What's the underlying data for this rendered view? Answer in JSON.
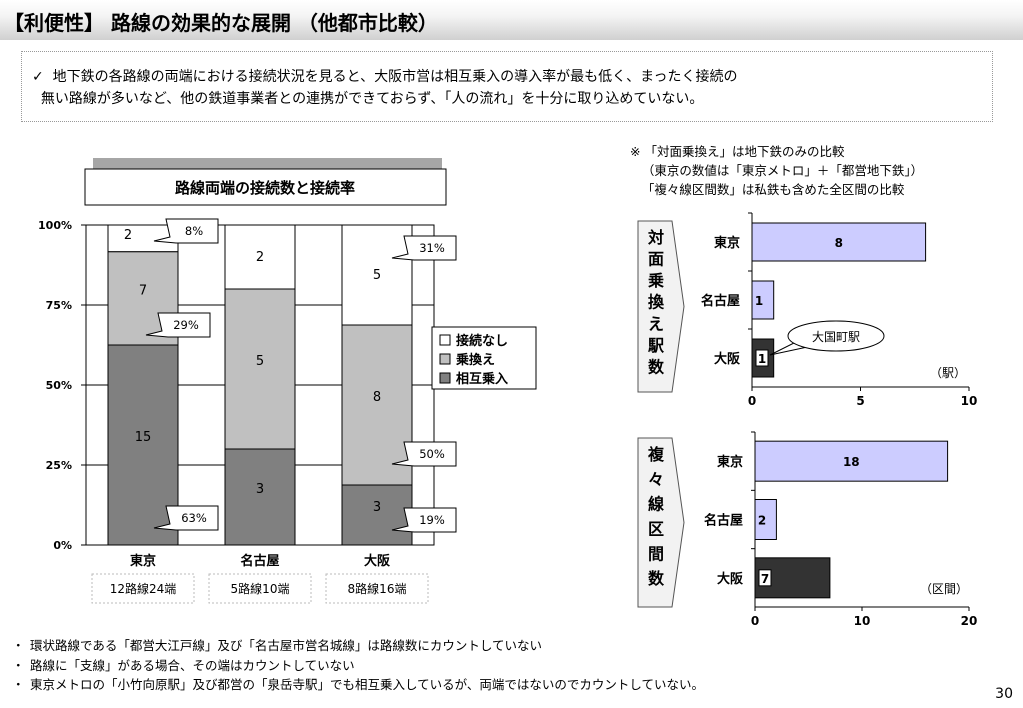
{
  "header": {
    "title": "【利便性】 路線の効果的な展開 （他都市比較）"
  },
  "summary": {
    "check": "✓",
    "line1": "地下鉄の各路線の両端における接続状況を見ると、大阪市営は相互乗入の導入率が最も低く、まったく接続の",
    "line2": "無い路線が多いなど、他の鉄道事業者との連携ができておらず、「人の流れ」を十分に取り込めていない。"
  },
  "note": {
    "line1": "※ 「対面乗換え」は地下鉄のみの比較",
    "line2": "（東京の数値は「東京メトロ」＋「都営地下鉄」）",
    "line3": "「複々線区間数」は私鉄も含めた全区間の比較"
  },
  "colors": {
    "none": "#ffffff",
    "transfer": "#c0c0c0",
    "through": "#808080",
    "barLight": "#ccccff",
    "barDark": "#333333"
  },
  "chart_data": [
    {
      "type": "bar",
      "stacked": true,
      "title": "路線両端の接続数と接続率",
      "categories": [
        "東京",
        "名古屋",
        "大阪"
      ],
      "category_notes": [
        "12路線24端",
        "5路線10端",
        "8路線16端"
      ],
      "series": [
        {
          "name": "相互乗入",
          "values": [
            15,
            3,
            3
          ]
        },
        {
          "name": "乗換え",
          "values": [
            7,
            5,
            8
          ]
        },
        {
          "name": "接続なし",
          "values": [
            2,
            2,
            5
          ]
        }
      ],
      "callouts": [
        {
          "category": "東京",
          "series": "接続なし",
          "label": "8%"
        },
        {
          "category": "東京",
          "series": "乗換え",
          "label": "29%"
        },
        {
          "category": "東京",
          "series": "相互乗入",
          "label": "63%"
        },
        {
          "category": "大阪",
          "series": "接続なし",
          "label": "31%"
        },
        {
          "category": "大阪",
          "series": "乗換え",
          "label": "50%"
        },
        {
          "category": "大阪",
          "series": "相互乗入",
          "label": "19%"
        }
      ],
      "yticks": [
        "0%",
        "25%",
        "50%",
        "75%",
        "100%"
      ],
      "ylim": [
        0,
        100
      ],
      "legend": "right"
    },
    {
      "type": "bar",
      "orientation": "horizontal",
      "ylabel": "対面乗換え駅数",
      "categories": [
        "東京",
        "名古屋",
        "大阪"
      ],
      "values": [
        8,
        1,
        1
      ],
      "unit": "（駅）",
      "xlim": [
        0,
        10
      ],
      "xticks": [
        "0",
        "5",
        "10"
      ],
      "annotation": "大国町駅"
    },
    {
      "type": "bar",
      "orientation": "horizontal",
      "ylabel": "複々線区間数",
      "categories": [
        "東京",
        "名古屋",
        "大阪"
      ],
      "values": [
        18,
        2,
        7
      ],
      "unit": "（区間）",
      "xlim": [
        0,
        20
      ],
      "xticks": [
        "0",
        "10",
        "20"
      ]
    }
  ],
  "footnotes": [
    {
      "bullet": "・",
      "text": "環状路線である「都営大江戸線」及び「名古屋市営名城線」は路線数にカウントしていない"
    },
    {
      "bullet": "・",
      "text": "路線に「支線」がある場合、その端はカウントしていない"
    },
    {
      "bullet": "・",
      "text": "東京メトロの「小竹向原駅」及び都営の「泉岳寺駅」でも相互乗入しているが、両端ではないのでカウントしていない。"
    }
  ],
  "page": {
    "number": "30"
  }
}
